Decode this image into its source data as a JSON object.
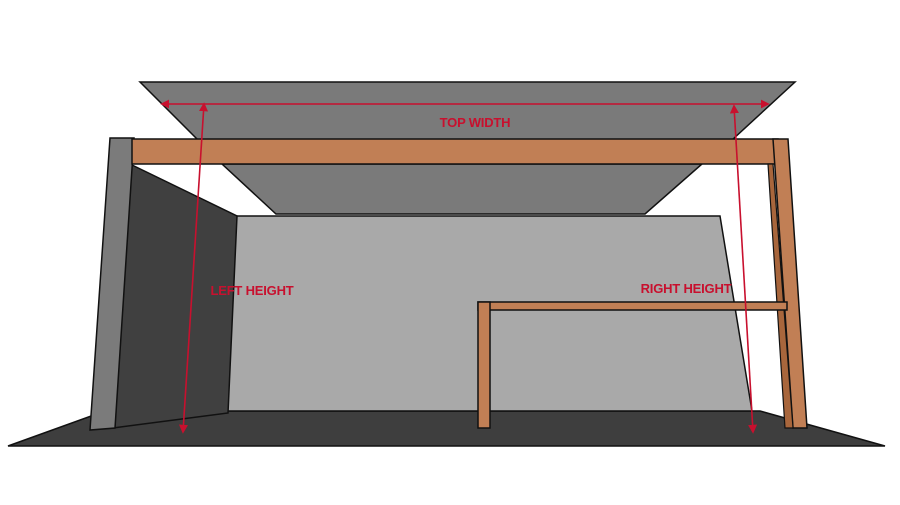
{
  "labels": {
    "top_width": "TOP WIDTH",
    "left_height": "LEFT HEIGHT",
    "right_height": "RIGHT HEIGHT"
  },
  "colors": {
    "accent": "#c8102e",
    "wood": "#c17f55",
    "outline": "#111111",
    "floor": "#3e3e3e",
    "back_wall": "#a9a9a9",
    "left_wall": "#404040",
    "left_wall_edge": "#7b7b7b",
    "ceiling": "#7a7a7a"
  }
}
